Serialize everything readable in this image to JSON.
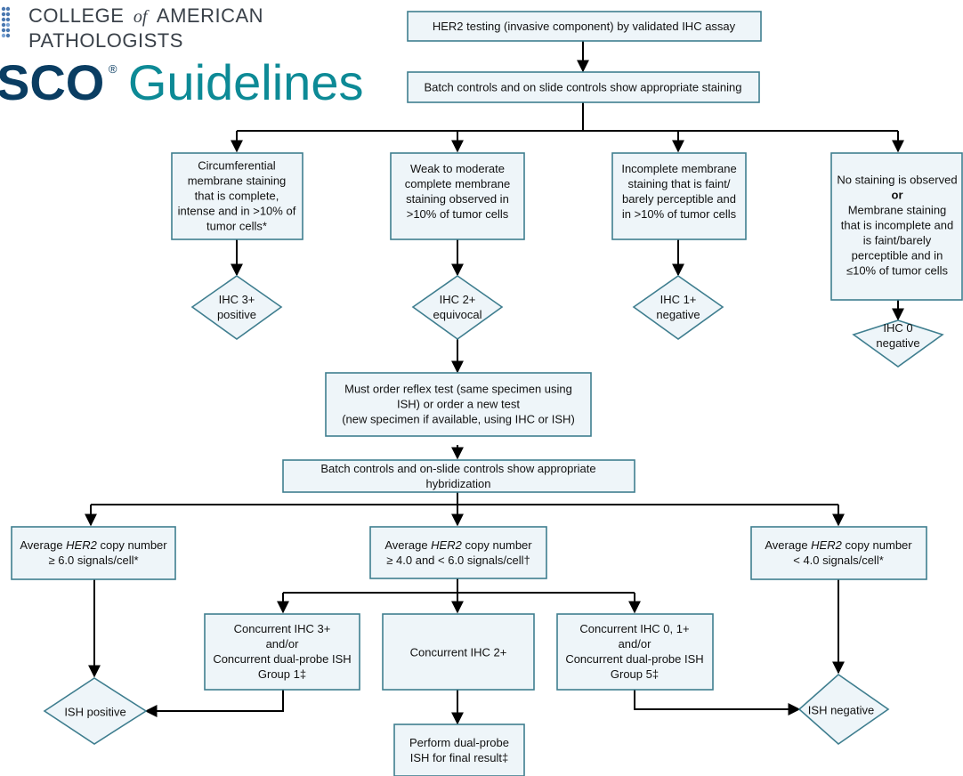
{
  "logos": {
    "cap_line1_a": "COLLEGE",
    "cap_line1_of": "of",
    "cap_line1_b": "AMERICAN",
    "cap_line2": "PATHOLOGISTS",
    "asco_part": "SCO",
    "guidelines": "Guidelines",
    "registered": "®"
  },
  "nodes": {
    "her2_testing": [
      "HER2 testing (invasive component) by validated IHC assay"
    ],
    "batch_staining": [
      "Batch controls and on slide controls show appropriate staining"
    ],
    "circ_membrane": [
      "Circumferential",
      "membrane staining",
      "that is complete,",
      "intense and in >10% of",
      "tumor cells*"
    ],
    "weak_moderate": [
      "Weak to moderate",
      "complete membrane",
      "staining observed in",
      ">10% of tumor cells"
    ],
    "incomplete_faint": [
      "Incomplete membrane",
      "staining that is faint/",
      "barely perceptible and",
      "in >10% of tumor cells"
    ],
    "no_staining": [
      "No staining is observed",
      "or",
      "Membrane staining",
      "that is incomplete and",
      "is faint/barely",
      "perceptible and in",
      "≤10% of tumor cells"
    ],
    "ihc3": [
      "IHC 3+",
      "positive"
    ],
    "ihc2": [
      "IHC 2+",
      "equivocal"
    ],
    "ihc1": [
      "IHC 1+",
      "negative"
    ],
    "ihc0": [
      "IHC 0",
      "negative"
    ],
    "reflex_test": [
      "Must order reflex test (same specimen using",
      "ISH) or order a new test",
      "(new specimen if available, using IHC or ISH)"
    ],
    "batch_hybrid": [
      "Batch controls and on-slide controls show appropriate",
      "hybridization"
    ],
    "avg_ge6": [
      "Average HER2 copy number",
      "≥ 6.0 signals/cell*"
    ],
    "avg_4to6": [
      "Average HER2 copy number",
      "≥ 4.0 and < 6.0 signals/cell†"
    ],
    "avg_lt4": [
      "Average HER2 copy number",
      "< 4.0 signals/cell*"
    ],
    "conc_ihc3": [
      "Concurrent IHC 3+",
      "and/or",
      "Concurrent dual-probe ISH",
      "Group 1‡"
    ],
    "conc_ihc2": [
      "Concurrent IHC 2+"
    ],
    "conc_ihc01": [
      "Concurrent IHC 0, 1+",
      "and/or",
      "Concurrent dual-probe ISH",
      "Group 5‡"
    ],
    "ish_positive": [
      "ISH positive"
    ],
    "ish_negative": [
      "ISH negative"
    ],
    "perform_dual": [
      "Perform dual-probe",
      "ISH for final result‡"
    ]
  },
  "italic_term": "HER2",
  "colors": {
    "box_fill": "#eef5f9",
    "box_stroke": "#3f7e8f",
    "line": "#000000",
    "cap_dots": "#4a78b0",
    "asco_dark": "#0a3d62",
    "asco_teal": "#0d8a96"
  }
}
